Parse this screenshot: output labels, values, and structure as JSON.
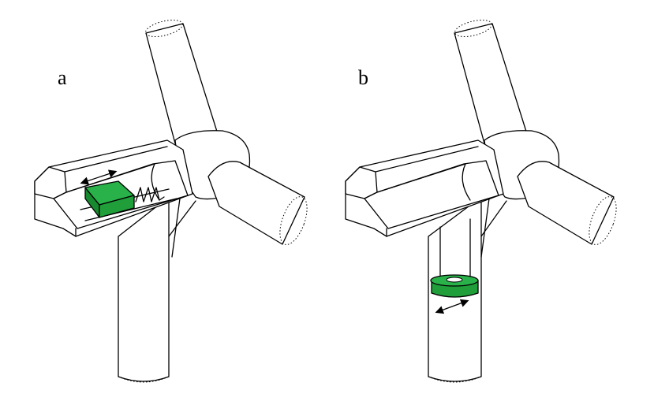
{
  "panels": [
    {
      "id": "a",
      "label": "a",
      "damper": "sliding-mass-in-nacelle"
    },
    {
      "id": "b",
      "label": "b",
      "damper": "ring-mass-in-tower"
    }
  ],
  "colors": {
    "damper": "#1f9e3a",
    "outline": "#000000",
    "background": "#ffffff"
  }
}
